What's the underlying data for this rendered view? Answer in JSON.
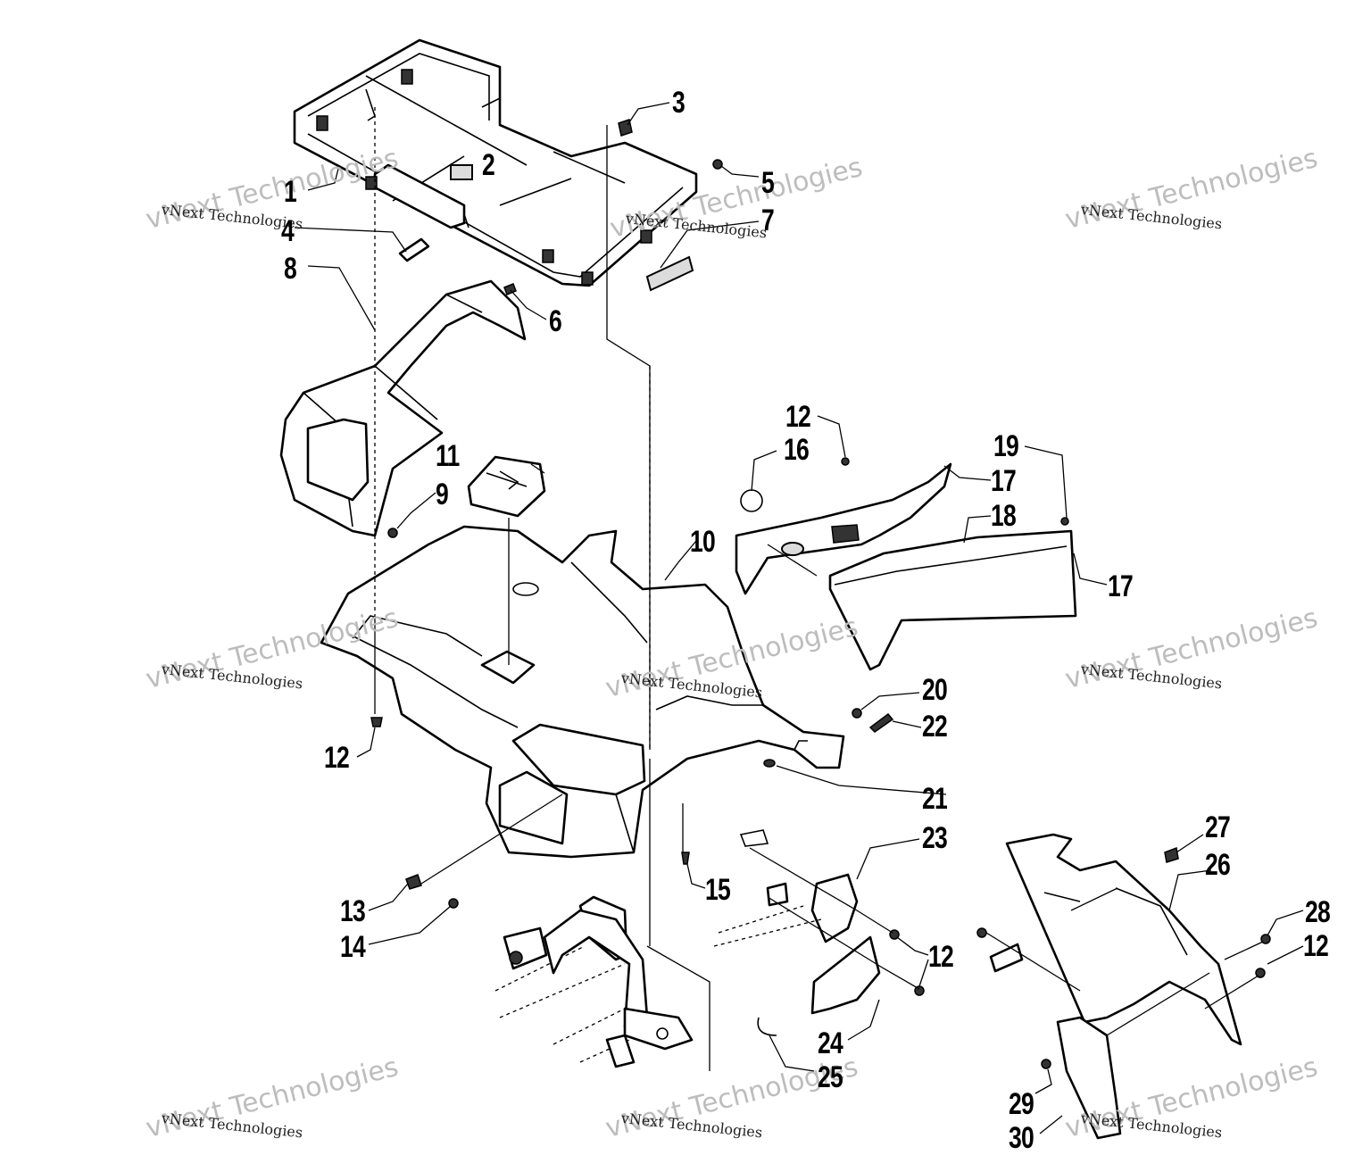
{
  "diagram": {
    "callouts": [
      {
        "id": "c1",
        "text": "1"
      },
      {
        "id": "c2",
        "text": "2"
      },
      {
        "id": "c3",
        "text": "3"
      },
      {
        "id": "c4",
        "text": "4"
      },
      {
        "id": "c5",
        "text": "5"
      },
      {
        "id": "c6",
        "text": "6"
      },
      {
        "id": "c7",
        "text": "7"
      },
      {
        "id": "c8",
        "text": "8"
      },
      {
        "id": "c9",
        "text": "9"
      },
      {
        "id": "c10",
        "text": "10"
      },
      {
        "id": "c11",
        "text": "11"
      },
      {
        "id": "c12a",
        "text": "12"
      },
      {
        "id": "c12b",
        "text": "12"
      },
      {
        "id": "c12c",
        "text": "12"
      },
      {
        "id": "c12d",
        "text": "12"
      },
      {
        "id": "c13",
        "text": "13"
      },
      {
        "id": "c14",
        "text": "14"
      },
      {
        "id": "c15",
        "text": "15"
      },
      {
        "id": "c16",
        "text": "16"
      },
      {
        "id": "c17a",
        "text": "17"
      },
      {
        "id": "c17b",
        "text": "17"
      },
      {
        "id": "c18",
        "text": "18"
      },
      {
        "id": "c19",
        "text": "19"
      },
      {
        "id": "c20",
        "text": "20"
      },
      {
        "id": "c21",
        "text": "21"
      },
      {
        "id": "c22",
        "text": "22"
      },
      {
        "id": "c23",
        "text": "23"
      },
      {
        "id": "c24",
        "text": "24"
      },
      {
        "id": "c25",
        "text": "25"
      },
      {
        "id": "c26",
        "text": "26"
      },
      {
        "id": "c27",
        "text": "27"
      },
      {
        "id": "c28",
        "text": "28"
      },
      {
        "id": "c29",
        "text": "29"
      },
      {
        "id": "c30",
        "text": "30"
      }
    ],
    "watermark": {
      "large": "vNext Technologies",
      "small": "vNext Technologies"
    }
  }
}
